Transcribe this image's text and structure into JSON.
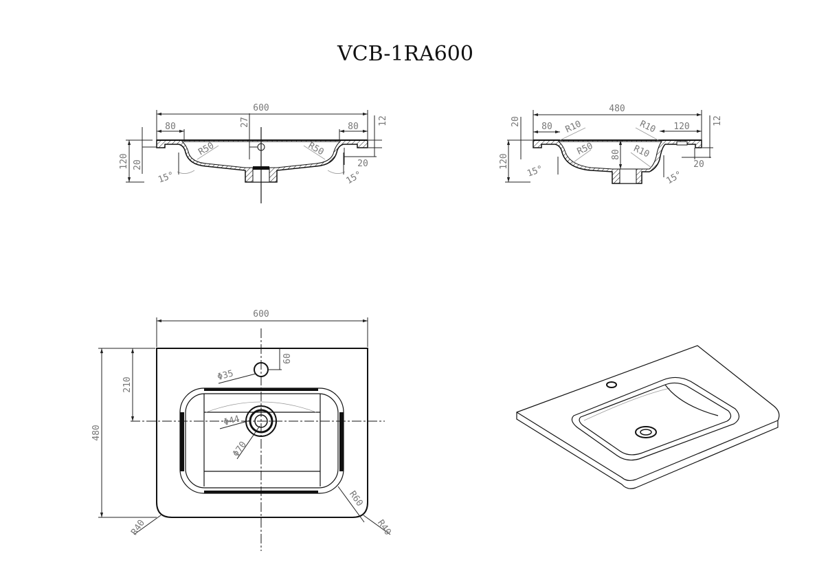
{
  "title": "VCB-1RA600",
  "front_section": {
    "width": "600",
    "left_ledge": "80",
    "right_ledge": "80",
    "hole_offset": "27",
    "rim": "12",
    "height": "120",
    "lip": "20",
    "lip_right": "20",
    "radius_left": "R50",
    "radius_right": "R50",
    "angle_left": "15°",
    "angle_right": "15°"
  },
  "side_section": {
    "depth": "480",
    "lip_left": "20",
    "left_ledge": "80",
    "radius_top_left": "R10",
    "radius_top_right": "R10",
    "right_ledge": "120",
    "rim": "12",
    "height": "120",
    "radius_bowl": "R50",
    "bowl_depth": "80",
    "radius_inner": "R10",
    "lip_right": "20",
    "angle_left": "15°",
    "angle_right": "15°"
  },
  "plan_view": {
    "width": "600",
    "depth": "480",
    "bowl_offset": "210",
    "tap_hole": "Φ35",
    "tap_offset": "60",
    "drain_inner": "Φ44",
    "drain_outer": "Φ70",
    "bowl_radius": "R60",
    "corner_left": "R40",
    "corner_right": "R40"
  }
}
